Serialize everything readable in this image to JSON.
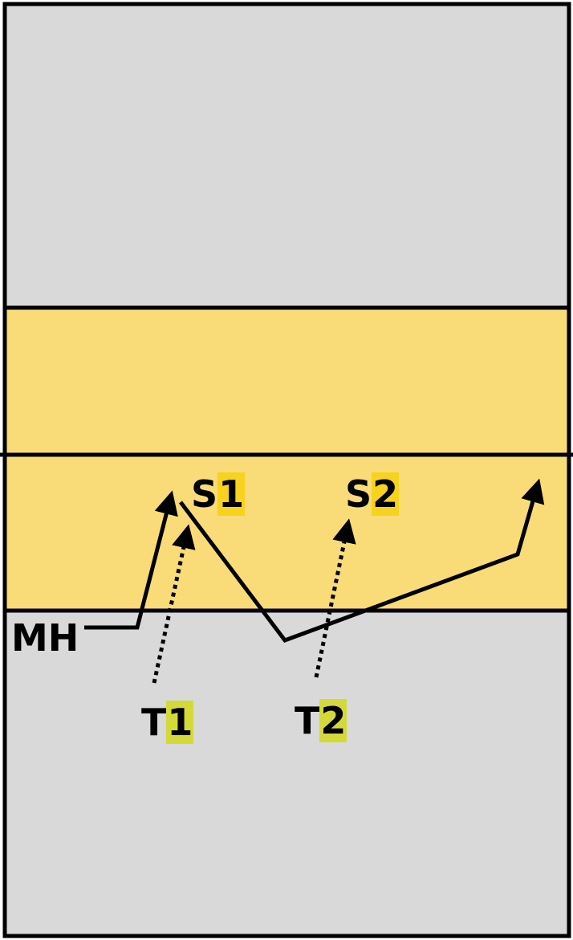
{
  "colors": {
    "court_gray": "#d9d9d9",
    "front_zone_yellow": "#f9dc77",
    "digit_highlight_s": "#f7d21e",
    "digit_highlight_t": "#d4d93a",
    "ink": "#000000"
  },
  "players": {
    "mh": {
      "prefix": "MH",
      "digit": ""
    },
    "s1": {
      "prefix": "S",
      "digit": "1"
    },
    "s2": {
      "prefix": "S",
      "digit": "2"
    },
    "t1": {
      "prefix": "T",
      "digit": "1"
    },
    "t2": {
      "prefix": "T",
      "digit": "2"
    }
  },
  "paths": [
    {
      "name": "mh-approach-path",
      "style": "solid",
      "arrow": true
    },
    {
      "name": "t1-run-path",
      "style": "dotted",
      "arrow": true
    },
    {
      "name": "t2-run-path",
      "style": "dotted",
      "arrow": true
    },
    {
      "name": "s1-route-path",
      "style": "solid",
      "arrow": true
    }
  ]
}
